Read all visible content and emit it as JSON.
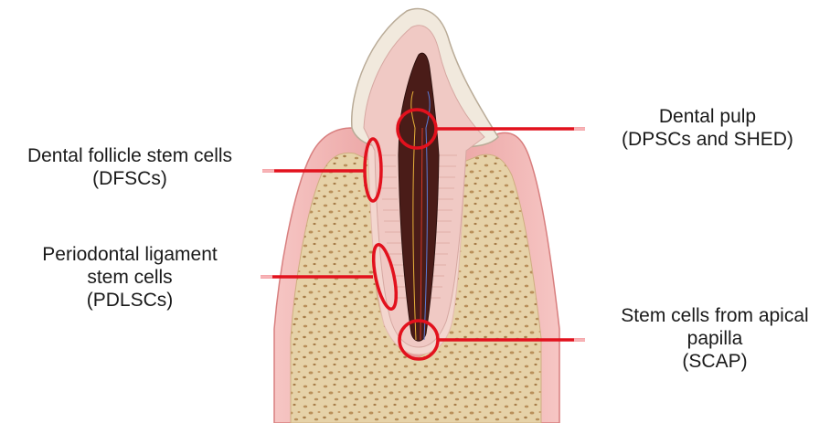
{
  "labels": {
    "follicle": {
      "line1": "Dental follicle stem cells",
      "line2": "(DFSCs)"
    },
    "pdl": {
      "line1": "Periodontal ligament",
      "line2": "stem cells",
      "line3": "(PDLSCs)"
    },
    "pulp": {
      "line1": "Dental pulp",
      "line2": "(DPSCs and SHED)"
    },
    "apical": {
      "line1": "Stem cells from apical",
      "line2": "papilla",
      "line3": "(SCAP)"
    }
  },
  "colors": {
    "gum": "#e89a9a",
    "bone": "#e6d2a8",
    "enamel": "#f1e9dd",
    "dentin": "#f0c9c4",
    "pulp": "#4a1c18",
    "highlight": "#e2111d"
  }
}
